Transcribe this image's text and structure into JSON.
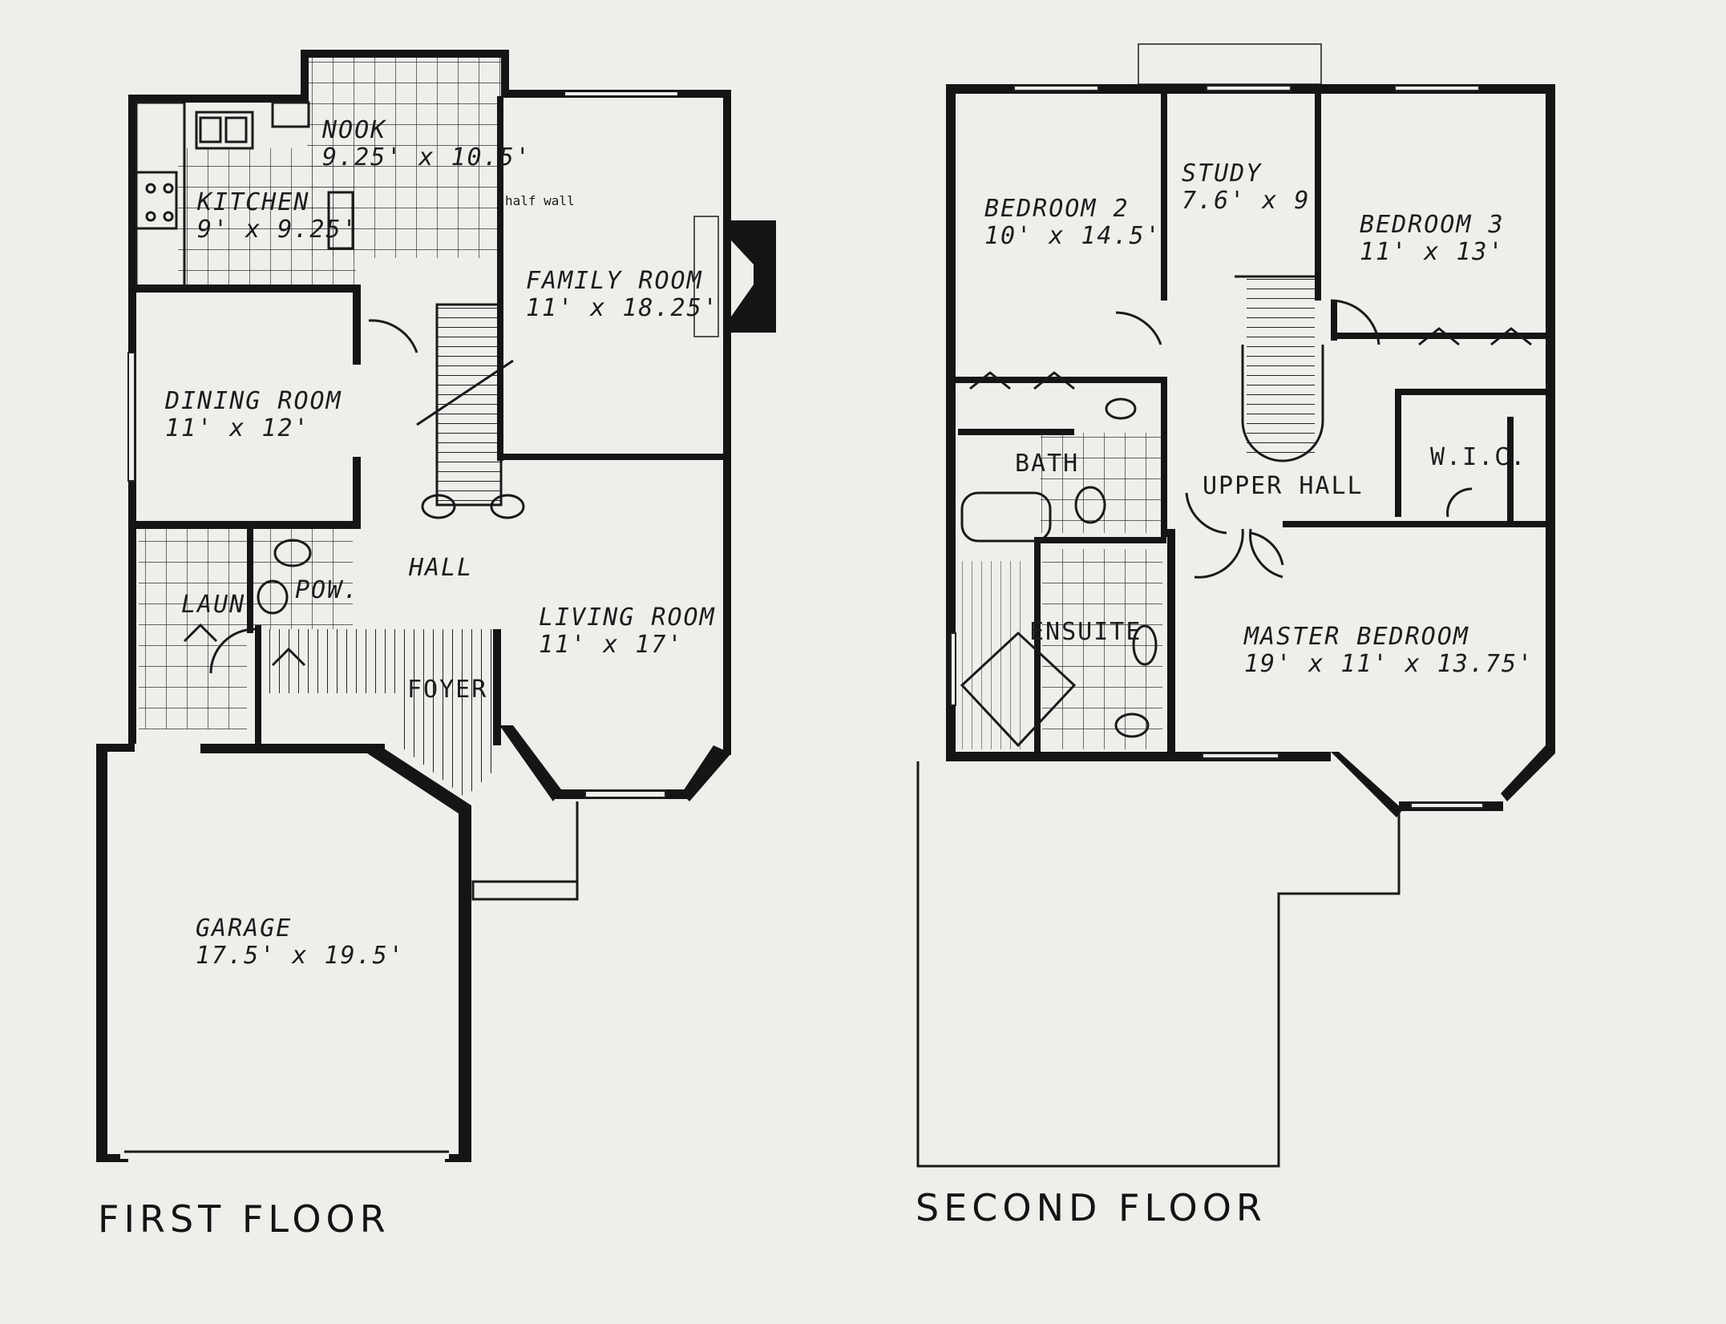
{
  "captions": {
    "first_floor": "FIRST FLOOR",
    "second_floor": "SECOND FLOOR"
  },
  "first_floor": {
    "nook": {
      "name": "NOOK",
      "dims": "9.25' x 10.5'"
    },
    "kitchen": {
      "name": "KITCHEN",
      "dims": "9' x 9.25'"
    },
    "family_room": {
      "name": "FAMILY ROOM",
      "dims": "11' x 18.25'"
    },
    "dining_room": {
      "name": "DINING ROOM",
      "dims": "11' x 12'"
    },
    "hall": {
      "name": "HALL"
    },
    "living_room": {
      "name": "LIVING ROOM",
      "dims": "11' x 17'"
    },
    "laundry": {
      "name": "LAUN."
    },
    "powder": {
      "name": "POW."
    },
    "foyer": {
      "name": "FOYER"
    },
    "garage": {
      "name": "GARAGE",
      "dims": "17.5' x 19.5'"
    },
    "half_wall_note": "half wall"
  },
  "second_floor": {
    "bedroom2": {
      "name": "BEDROOM 2",
      "dims": "10' x 14.5'"
    },
    "study": {
      "name": "STUDY",
      "dims": "7.6' x 9'"
    },
    "bedroom3": {
      "name": "BEDROOM 3",
      "dims": "11' x 13'"
    },
    "bath": {
      "name": "BATH"
    },
    "upper_hall": {
      "name": "UPPER HALL"
    },
    "wic": {
      "name": "W.I.C."
    },
    "ensuite": {
      "name": "ENSUITE"
    },
    "master_bedroom": {
      "name": "MASTER BEDROOM",
      "dims": "19' x 11' x 13.75'"
    }
  }
}
